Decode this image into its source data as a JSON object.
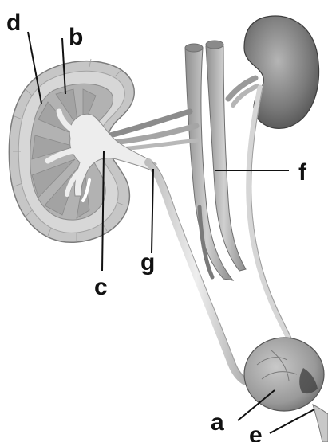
{
  "diagram": {
    "labels": {
      "a": "a",
      "b": "b",
      "c": "c",
      "d": "d",
      "e": "e",
      "f": "f",
      "g": "g"
    },
    "colors": {
      "label_text": "#111111",
      "leader_line": "#111111",
      "cortex": "#c9c9c9",
      "medulla": "#b3b3b3",
      "pelvis": "#ececec",
      "vessel": "#bdbdbd",
      "ureter": "#d9d9d9",
      "kidney_exterior": "#7d7d7d",
      "bladder": "#9e9e9e"
    }
  }
}
